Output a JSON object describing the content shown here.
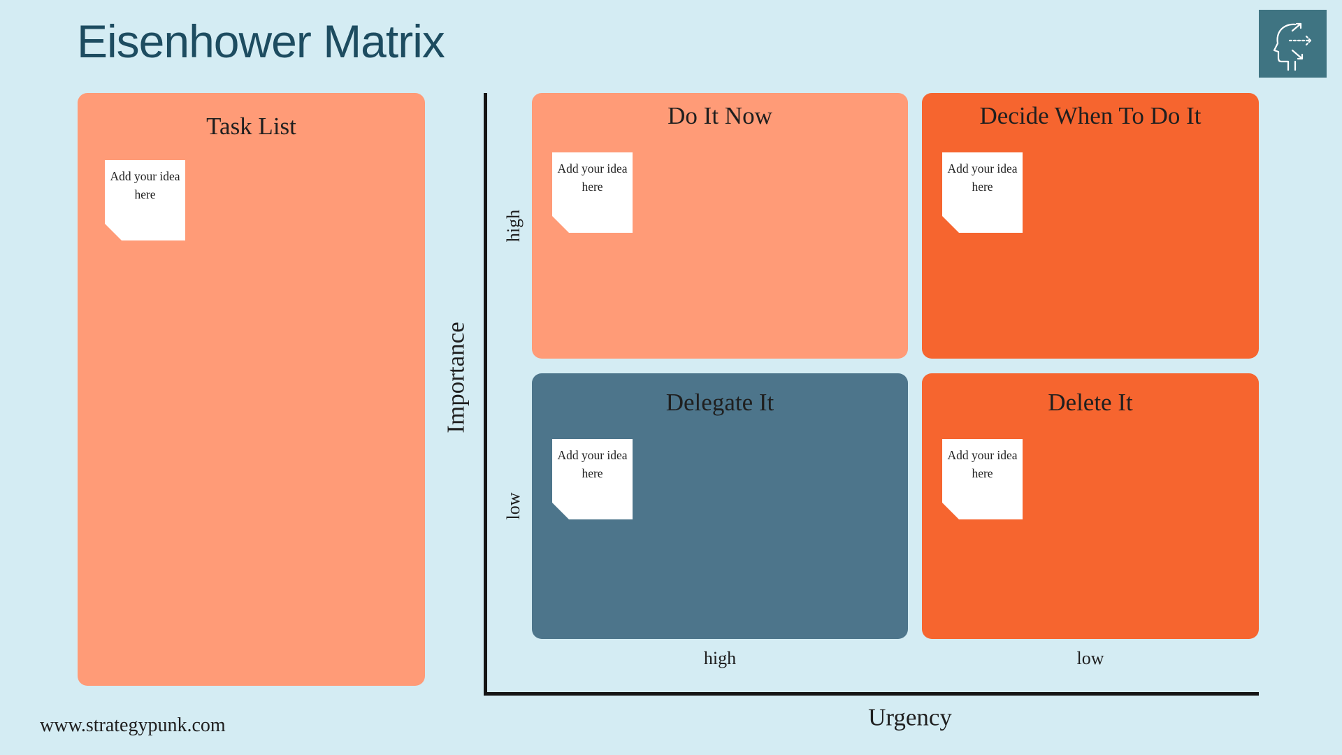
{
  "title": "Eisenhower Matrix",
  "logo": {
    "icon": "head-with-arrows-icon",
    "background": "#3f7482"
  },
  "task_list": {
    "title": "Task List",
    "note": [
      "Add your idea",
      "here"
    ],
    "color": "#ff9b77"
  },
  "quadrants": [
    {
      "title": "Do It Now",
      "note": [
        "Add your idea",
        "here"
      ],
      "color": "#ff9b77"
    },
    {
      "title": "Decide When To Do It",
      "note": [
        "Add your idea",
        "here"
      ],
      "color": "#f6652f"
    },
    {
      "title": "Delegate It",
      "note": [
        "Add your idea",
        "here"
      ],
      "color": "#4d758b"
    },
    {
      "title": "Delete It",
      "note": [
        "Add your idea",
        "here"
      ],
      "color": "#f6652f"
    }
  ],
  "axes": {
    "y_title": "Importance",
    "y_high": "high",
    "y_low": "low",
    "x_title": "Urgency",
    "x_high": "high",
    "x_low": "low"
  },
  "footer": {
    "url": "www.strategypunk.com"
  },
  "colors": {
    "background": "#d4ecf3",
    "title": "#1d4c60",
    "axis": "#151515"
  }
}
